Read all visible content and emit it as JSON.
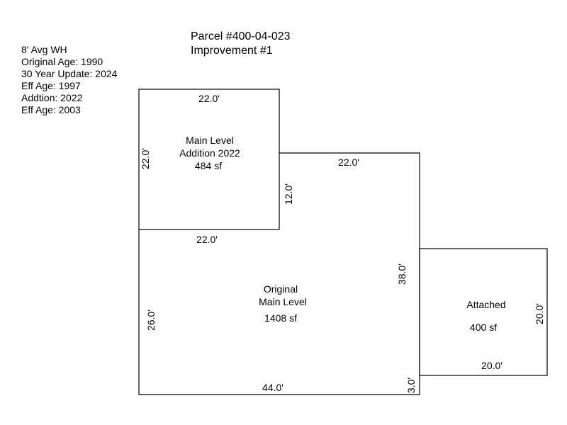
{
  "header": {
    "parcel": "Parcel #400-04-023",
    "improvement": "Improvement #1"
  },
  "notes": [
    "8' Avg WH",
    "Original Age: 1990",
    "30 Year Update: 2024",
    "Eff Age: 1997",
    "Addtion: 2022",
    "Eff Age: 2003"
  ],
  "areas": {
    "addition": {
      "line1": "Main Level",
      "line2": "Addition 2022",
      "line3": "484 sf"
    },
    "original": {
      "line1": "Original",
      "line2": "Main Level",
      "line3": "1408 sf"
    },
    "attached": {
      "line1": "Attached",
      "line2": "400 sf"
    }
  },
  "dimensions": {
    "addition_top": "22.0'",
    "addition_left": "22.0'",
    "addition_right": "12.0'",
    "addition_bottom": "22.0'",
    "original_top_right": "22.0'",
    "original_left": "26.0'",
    "original_right": "38.0'",
    "original_bottom": "44.0'",
    "original_right_lower": "3.0'",
    "attached_right": "20.0'",
    "attached_bottom": "20.0'"
  }
}
